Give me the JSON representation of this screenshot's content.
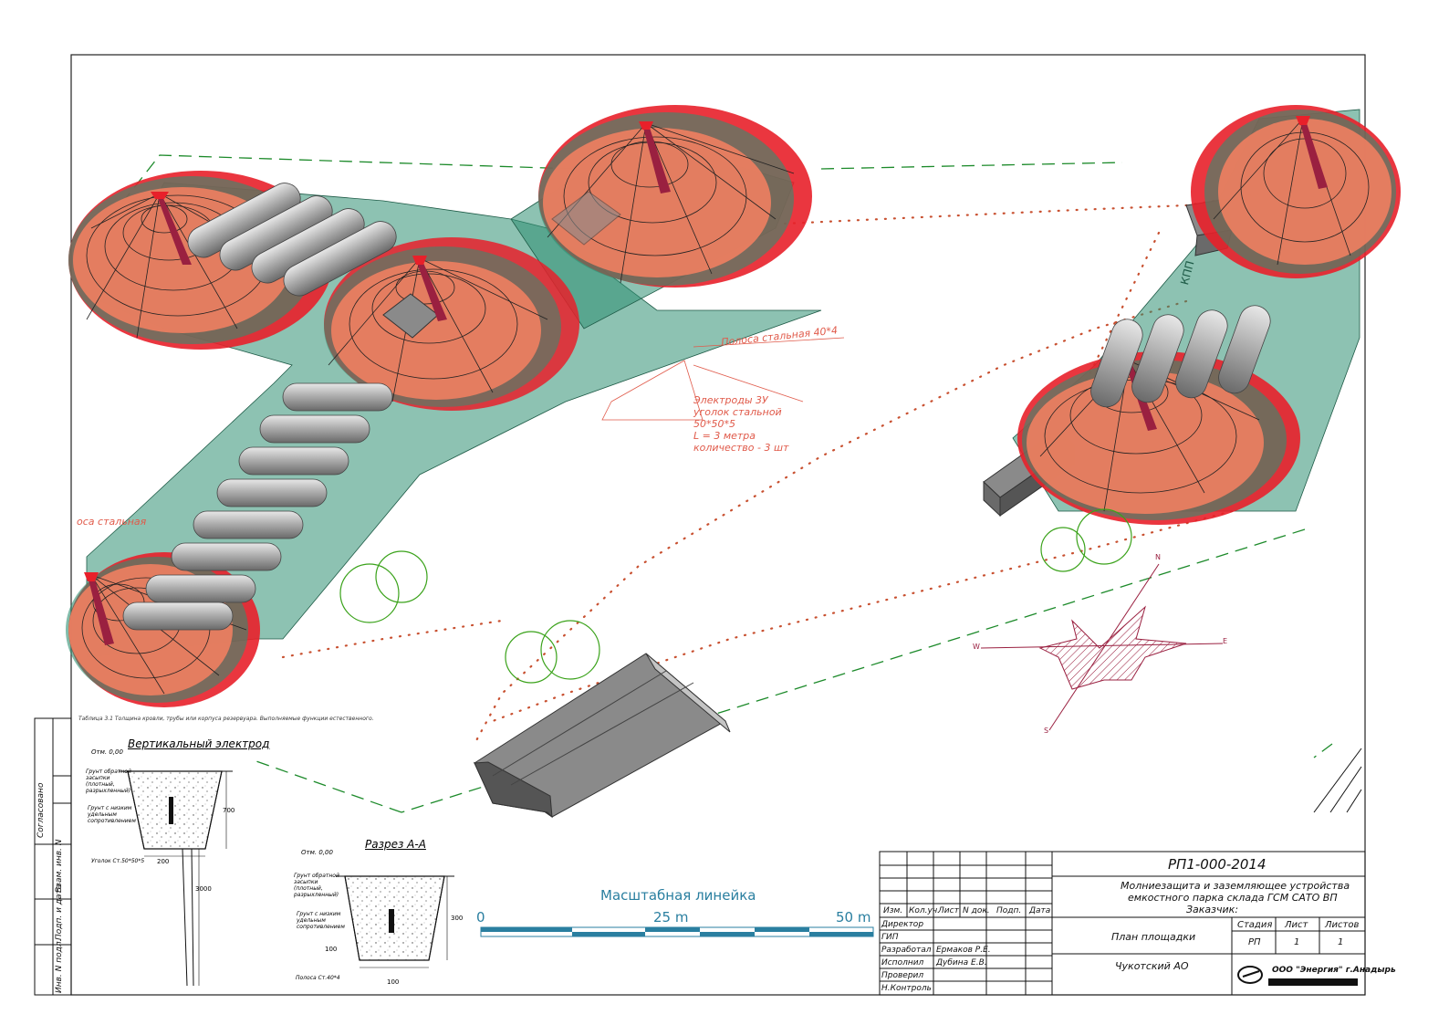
{
  "drawing": {
    "code": "РП1-000-2014",
    "title_line1": "Молниезащита и заземляющее устройства",
    "title_line2": "емкостного парка склада ГСМ САТО ВП",
    "customer": "Заказчик:",
    "sheet_name": "План площадки",
    "region": "Чукотский АО",
    "company": "ООО \"Энергия\" г.Анадырь"
  },
  "title_block": {
    "headers": [
      "Изм.",
      "Кол.уч.",
      "Лист",
      "N док.",
      "Подп.",
      "Дата"
    ],
    "roles": [
      "Директор",
      "ГИП",
      "Разработал",
      "Исполнил",
      "Проверил",
      "Н.Контроль"
    ],
    "names": {
      "developer": "Ермаков Р.Е.",
      "executor": "Дубина Е.В."
    },
    "stage_label": "Стадия",
    "sheet_label": "Лист",
    "sheets_label": "Листов",
    "stage_value": "РП",
    "sheet_value": "1",
    "sheets_value": "1"
  },
  "side_stamp": [
    "Согласовано",
    "Взам. инв. N",
    "Подп. и дата",
    "Инв. N подл."
  ],
  "scale_bar": {
    "title": "Масштабная линейка",
    "ticks": [
      "0",
      "25 m",
      "50 m"
    ]
  },
  "plan_annotations": {
    "strip": "Полоса стальная 40*4",
    "electrodes_lines": [
      "Электроды 3У",
      "уголок стальной",
      "50*50*5",
      "L = 3 метра",
      "количество - 3 шт"
    ],
    "strip_left": "оса стальная",
    "kpp": "КПП",
    "compass": [
      "N",
      "E",
      "S",
      "W"
    ]
  },
  "detail_vertical": {
    "table_note": "Таблица 3.1 Толщина кровли, трубы или корпуса резервуара. Выполняемые функции естественного.",
    "title": "Вертикальный электрод",
    "elevation": "Отм. 0,00",
    "soil_top": "Грунт обратной засыпки (плотный, разрыхленный)",
    "soil_bottom": "Грунт с низким удельным сопротивлением",
    "angle": "Уголок Ст.50*50*5",
    "dim_700": "700",
    "dim_200": "200",
    "dim_3000": "3000"
  },
  "detail_section": {
    "title": "Разрез А-А",
    "elevation": "Отм. 0,00",
    "soil_top": "Грунт обратной засыпки (плотный, разрыхленный)",
    "soil_bottom": "Грунт с низким удельным сопротивлением",
    "strip": "Полоса Ст.40*4",
    "dim_300": "300",
    "dim_100": "100",
    "dim_100b": "100"
  },
  "colors": {
    "cone_fill": "#f08060",
    "cone_edge": "#e8202a",
    "zone_teal": "#2f8f72",
    "tank_grey": "#9a9a9a",
    "fence_green": "#1c8a2a",
    "tree_green": "#3aa21a",
    "dots_red": "#c85030",
    "wind_rose": "#9a2040"
  }
}
